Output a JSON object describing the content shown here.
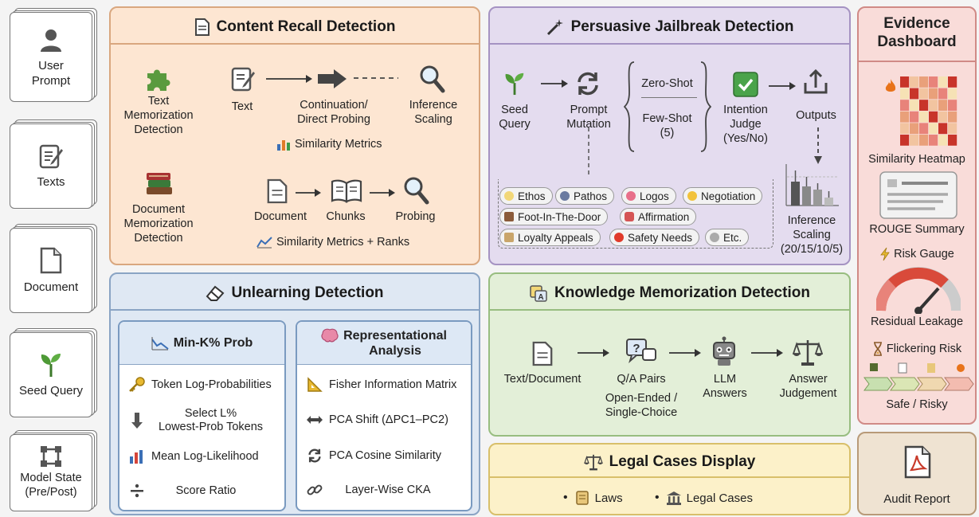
{
  "inputs": {
    "user_prompt": "User\nPrompt",
    "texts": "Texts",
    "document": "Document",
    "seed_query": "Seed Query",
    "model_state": "Model State\n(Pre/Post)"
  },
  "content_recall": {
    "title": "Content Recall Detection",
    "text_mem": "Text\nMemorization\nDetection",
    "text": "Text",
    "continuation": "Continuation/\nDirect Probing",
    "inference_scaling": "Inference\nScaling",
    "similarity_metrics": "Similarity Metrics",
    "doc_mem": "Document\nMemorization\nDetection",
    "document": "Document",
    "chunks": "Chunks",
    "probing": "Probing",
    "similarity_ranks": "Similarity Metrics + Ranks"
  },
  "jailbreak": {
    "title": "Persuasive Jailbreak Detection",
    "seed_query": "Seed\nQuery",
    "prompt_mutation": "Prompt\nMutation",
    "zero_shot": "Zero-Shot",
    "few_shot": "Few-Shot\n(5)",
    "intention_judge": "Intention\nJudge\n(Yes/No)",
    "outputs": "Outputs",
    "inference_scaling": "Inference\nScaling\n(20/15/10/5)",
    "chips": [
      "Ethos",
      "Pathos",
      "Logos",
      "Negotiation",
      "Foot-In-The-Door",
      "Affirmation",
      "Loyalty Appeals",
      "Safety Needs",
      "Etc."
    ]
  },
  "unlearning": {
    "title": "Unlearning Detection",
    "mink_title": "Min-K% Prob",
    "mink_rows": [
      "Token Log-Probabilities",
      "Select L%\nLowest-Prob Tokens",
      "Mean Log-Likelihood",
      "Score Ratio"
    ],
    "rep_title": "Representational\nAnalysis",
    "rep_rows": [
      "Fisher Information Matrix",
      "PCA Shift (ΔPC1–PC2)",
      "PCA Cosine Similarity",
      "Layer-Wise CKA"
    ]
  },
  "knowledge": {
    "title": "Knowledge Memorization Detection",
    "text_doc": "Text/Document",
    "qa_pairs": "Q/A Pairs",
    "qa_sub": "Open-Ended /\nSingle-Choice",
    "llm_answers": "LLM\nAnswers",
    "answer_judgement": "Answer\nJudgement"
  },
  "legal": {
    "title": "Legal Cases Display",
    "laws": "Laws",
    "legal_cases": "Legal Cases"
  },
  "dashboard": {
    "title": "Evidence\nDashboard",
    "heatmap": "Similarity Heatmap",
    "rouge": "ROUGE Summary",
    "risk_gauge": "Risk Gauge",
    "residual": "Residual Leakage",
    "flickering": "Flickering Risk",
    "safe_risky": "Safe / Risky"
  },
  "audit": {
    "label": "Audit Report"
  },
  "colors": {
    "content_bg": "#fde6d2",
    "jailbreak_bg": "#e4dcef",
    "unlearning_bg": "#dfe8f3",
    "knowledge_bg": "#e3efd8",
    "legal_bg": "#fcf1c9",
    "dashboard_bg": "#f9dcd9",
    "audit_bg": "#efe3d2"
  }
}
